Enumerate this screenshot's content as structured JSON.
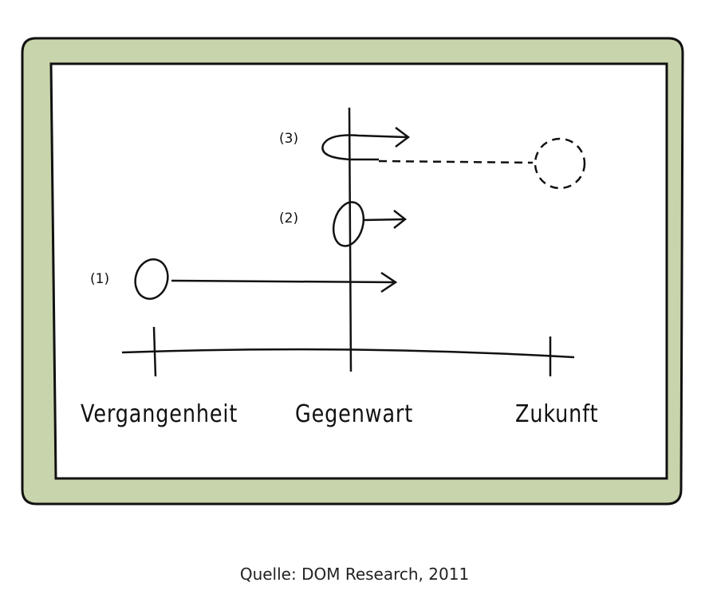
{
  "colors": {
    "frame_fill": "#c8d4ab",
    "frame_dark": "#aebd8c",
    "ink": "#111111"
  },
  "timeline": {
    "past": "Vergangenheit",
    "present": "Gegenwart",
    "future": "Zukunft"
  },
  "markers": {
    "m1": "(1)",
    "m2": "(2)",
    "m3": "(3)"
  },
  "source": "Quelle: DOM Research, 2011"
}
